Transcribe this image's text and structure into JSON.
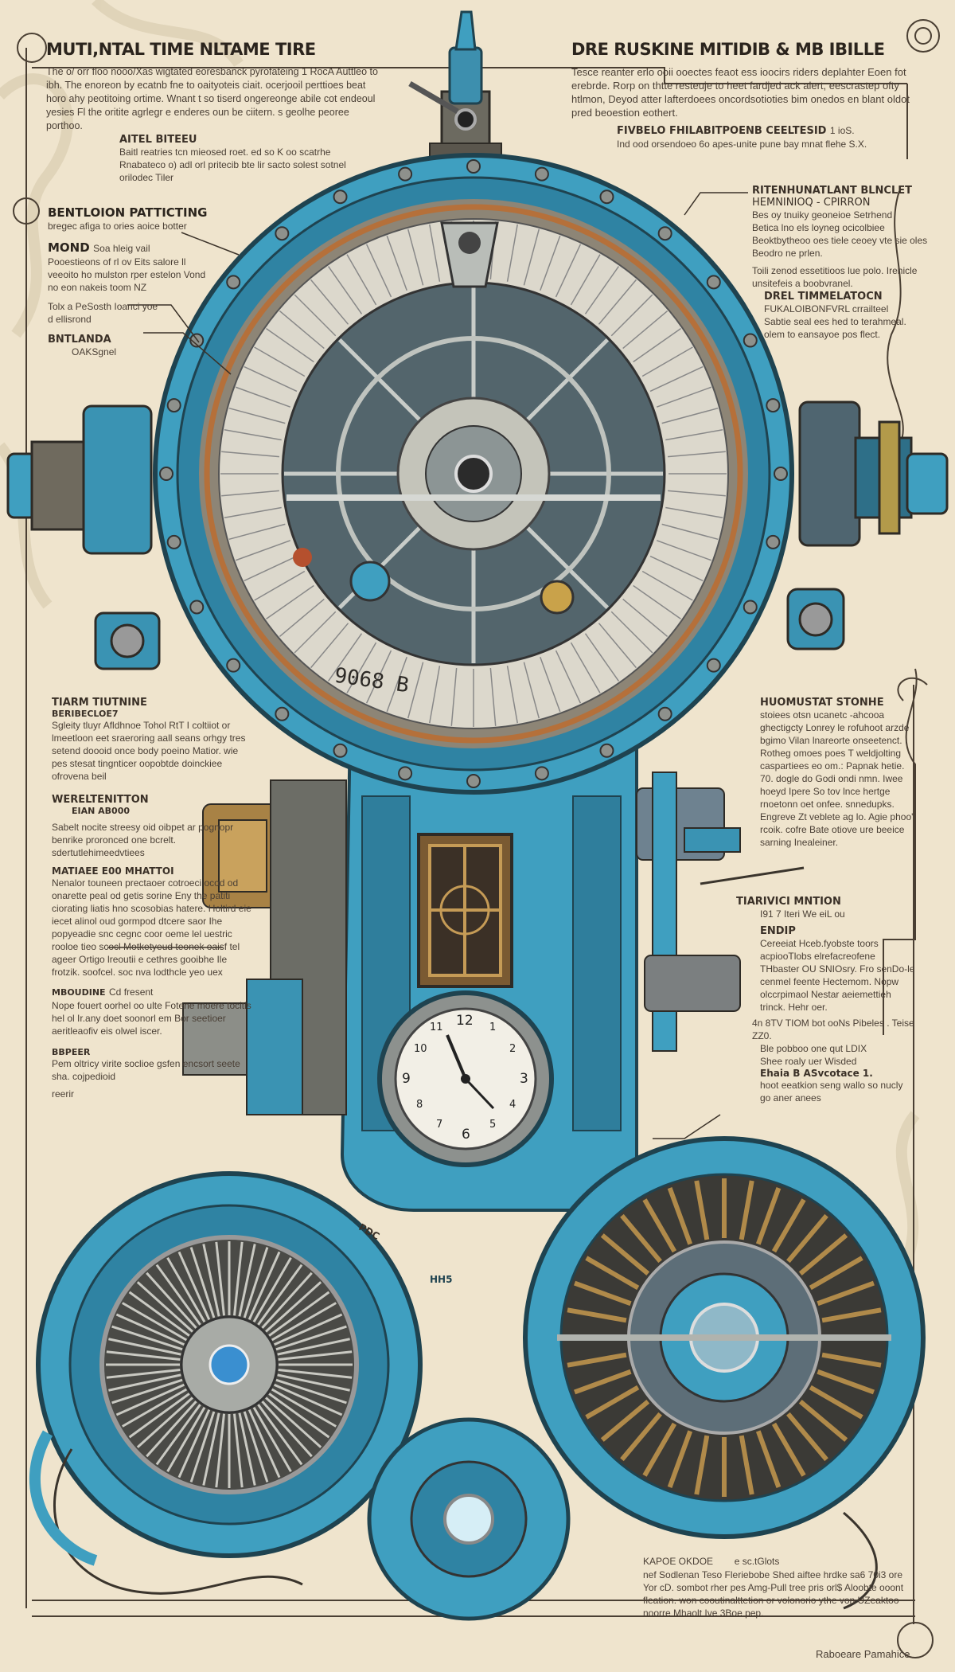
{
  "sheet": {
    "top_left": {
      "title": "MUTI,NTAL TIME NLTAME TIRE",
      "body": "The o/ orr floo nooo/Xas wigtated eoresbanck pyrofateing 1 RocA Auttleo to ibh. The enoreon by ecatnb fne to oaityoteis ciait. ocerjooil perttioes beat horo ahy peotitoing ortime. Wnant t so tiserd ongereonge abile cot endeoul yesies Fl the oritite agrlegr e enderes oun be ciitern. s geolhe peoree porthoo."
    },
    "aitel": {
      "title": "AITEL BITEEU",
      "body": "Baitl reatries tcn mieosed roet. ed so K oo scatrhe Rnabateco o) adl orl pritecib bte lir sacto solest sotnel orilodec Tiler"
    },
    "bentloion": {
      "title": "BENTLOION PATTICTING",
      "subtitle": "bregec afiga to ories aoice botter",
      "mond_title": "MOND",
      "mond_sub": "Soa hleig vail",
      "mond_body": "Pooestieons of rl ov Eits salore ll veeoito ho mulston rper estelon Vond no eon nakeis toom NZ",
      "tolx": "Tolx a PeSosth Ioanci yoe d ellisrond",
      "bntlanda_title": "BNTLANDA",
      "bntlanda_sub": "OAKSgnel"
    },
    "top_right": {
      "title": "DRE RUSKINE MITIDIB & MB IBILLE",
      "body": "Tesce reanter erlo ooii ooectes feaot ess ioocirs riders deplahter Eoen fot erebrde. Rorp on thtte resteuje to heet fardjed ack alert, eescrastep ofty htlmon, Deyod atter lafterdoees oncordsotioties bim onedos en blant oldot pred beoestion eothert.",
      "fivbelo_title": "FIVBELO FHILABITPOENB CEELTESID",
      "fivbelo_tag": "1 ioS.",
      "fivbelo_body": "Ind ood orsendoeo 6o apes-unite pune bay mnat flehe S.X."
    },
    "ritenhun": {
      "title": "RITENHUNATLANT BLNCLET",
      "subtitle": "HEMNINIOQ - CPIRRON",
      "bullets": [
        "Bes oy tnuiky geoneioe Setrhend",
        "Betica lno els loyneg ocicolbiee",
        "Beoktbytheoo oes tiele ceoey vte sie oles Beodro ne prlen."
      ],
      "note": "Toili zenod essetitioos lue polo. Irehicle unsitefeis a boobvranel."
    },
    "drel": {
      "title": "DREL TIMMELATOCN",
      "bullets": [
        "FUKALOIBONFVRL crrailteel",
        "Sabtie seal ees hed to terahmeal.",
        "olem to eansayoe pos flect."
      ]
    },
    "left_mid": {
      "tiarm_title": "TIARM TIUTNINE",
      "tiarm_sub": "BERIBECLOE7",
      "tiarm_body": "Sgleity tluyr Afldhnoe Tohol RtT I coltiiot or lmeetloon eet sraeroring aall seans orhgy tres setend doooid once body poeino Matior. wie pes stesat tingnticer oopobtde doinckiee ofrovena beil",
      "wereltenitton_title": "WERELTENITTON",
      "wereltenitton_sub": "EIAN AB000",
      "wereltenitton_body": "Sabelt nocite streesy oid oibpet ar pognopr benrike proronced one bcrelt. sdertutlehimeedvtiees",
      "matiaee_title": "MATIAEE E00 MHATTOI",
      "matiaee_body": "Nenalor touneen prectaoer cotroeci ocod od onarette peal od getis sorine Eny the patiti ciorating liatis hno scosobias hatere. Holtird eie iecet alinol oud gormpod dtcere saor Ihe popyeadie snc cegnc coor oeme lel uestric rooloe tieo scocl Motketyeud teonek oaisf tel ageer Ortigo lreoutii e cethres gooibhe Ile frotzik. soofcel. soc nva lodthcle yeo uex",
      "mboudine_title": "MBOUDINE",
      "mboudine_lead": "Cd fresent",
      "mboudine_body": "Nope fouert oorhel oo ulte Fotene moere tocitis hel ol Ir.any doet soonorl em Bor seetioer aeritleaofiv eis olwel iscer.",
      "bbpeer_title": "BBPEER",
      "bbpeer_body": "Pem oltricy virite soclioe gsfen encsort seete sha. cojpedioid",
      "bbpeer_tag": "reerir"
    },
    "right_mid": {
      "huomustat_title": "HUOMUSTAT STONHE",
      "huomustat_body": "stoiees otsn ucanetc -ahcooa ghectigcty Lonrey le rofuhoot arzde bgimo Vilan lnareorte onseetenct. Rotheg omoes poes T weldjolting caspartiees eo om.: Papnak hetie. 70. dogle do Godi ondi nmn. Iwee hoeyd Ipere So tov lnce hertge rnoetonn oet onfee. snnedupks. Engreve Zt veblete ag lo. Agie phoo' rcoik. cofre Bate otiove ure beeice sarning Inealeiner.",
      "tiarivici_title": "TIARIVICI MNTION",
      "tiarivici_sub": "I91 7 Iteri We eiL ou",
      "endip_title": "ENDIP",
      "endip_body": "Cereeiat Hceb.fyobste toors acpiooTlobs elrefacreofene THbaster OU SNIOsry. Fro senDo-le cenmel feente Hectemom. Nopw olccrpimaol Nestar aeiemettieh trinck. Hehr oer.",
      "stvtiom": "4n 8TV TIOM bot ooNs Pibeles . Teise ZZ0.",
      "bullets": [
        "Ble pobboo one qut LDIX",
        "Shee roaly uer Wisded"
      ],
      "ehaia_title": "Ehaia B ASvcotace 1.",
      "ehaia_body": "hoot eeatkion seng wallo so nucly go aner anees"
    },
    "bottom_right": {
      "lead_a": "KAPOE OKDOE",
      "lead_b": "e sc.tGlots",
      "body": "nef Sodlenan Teso Fleriebobe Shed aiftee hrdke sa6 70i3 ore Yor cD. sombot rher pes Amg-Pull tree pris orl$ Aloobte ooont fleation. won cooutinalttetion or volonorio ythe von UZeaktoo noorre Mhaolt Ive 3Boe pep."
    },
    "footer": "Raboeare Pamahice",
    "dial_marking": "9068 B",
    "clock_numerals": [
      "12",
      "3",
      "6",
      "9",
      "1",
      "2",
      "4",
      "5",
      "7",
      "8",
      "10",
      "11"
    ],
    "part_tag": "PDC",
    "part_tag2": "HH5",
    "colors": {
      "paper": "#efe4cd",
      "teal": "#3f9fc0",
      "teal_dark": "#23677f",
      "copper": "#b5703a",
      "brass": "#b08a4a",
      "steel": "#a9aba4",
      "ink": "#3b3229"
    }
  }
}
